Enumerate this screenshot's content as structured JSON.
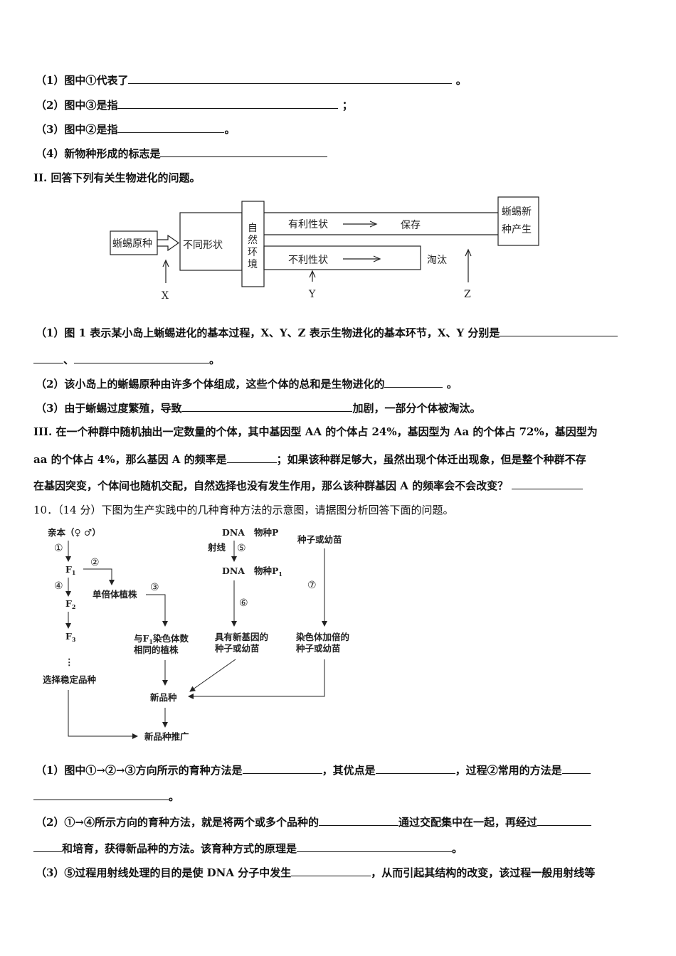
{
  "section1": {
    "q1_prefix": "（1）图中①代表了",
    "q1_suffix": "。",
    "q2_prefix": "（2）图中③是指",
    "q2_suffix": "；",
    "q3_prefix": "（3）图中②是指",
    "q3_suffix": "。",
    "q4_prefix": "（4）新物种形成的标志是"
  },
  "section2": {
    "heading_num": "II.",
    "heading_text": "回答下列有关生物进化的问题。",
    "diagram": {
      "origin": "蜥蜴原种",
      "variety": "不同形状",
      "environment": [
        "自",
        "然",
        "环",
        "境"
      ],
      "favorable": "有利性状",
      "keep": "保存",
      "unfavorable": "不利性状",
      "eliminated": "淘汰",
      "new_species_line1": "蜥蜴新",
      "new_species_line2": "种产生",
      "x": "X",
      "y": "Y",
      "z": "Z"
    },
    "q1_line1": "（1）图 1 表示某小岛上蜥蜴进化的基本过程，X、Y、Z 表示生物进化的基本环节，X、Y 分别是",
    "q1_sep": "、",
    "q1_end": "。",
    "q2_prefix": "（2）该小岛上的蜥蜴原种由许多个体组成，这些个体的总和是生物进化的",
    "q2_suffix": "。",
    "q3_prefix": "（3）由于蜥蜴过度繁殖，导致",
    "q3_suffix": "加剧，一部分个体被淘汰。"
  },
  "section3": {
    "heading_num": "III.",
    "line1": "在一个种群中随机抽出一定数量的个体，其中基因型 AA 的个体占 24%，基因型为 Aa 的个体占 72%，基因型为",
    "line2_prefix": "aa 的个体占 4%，那么基因 A 的频率是",
    "line2_suffix": "；如果该种群足够大，虽然出现个体迁出现象，但是整个种群不存",
    "line3": "在基因突变，个体间也随机交配，自然选择也没有发生作用，那么该种群基因 A 的频率会不会改变？"
  },
  "q10": {
    "intro": "10．（14 分）下图为生产实践中的几种育种方法的示意图，请据图分析回答下面的问题。",
    "diagram": {
      "parents": "亲本（♀ ♂）",
      "c1": "①",
      "c2": "②",
      "c3": "③",
      "c4": "④",
      "c5": "⑤",
      "c6": "⑥",
      "c7": "⑦",
      "f1": "F",
      "f1_sub": "1",
      "f2": "F",
      "f2_sub": "2",
      "f3": "F",
      "f3_sub": "3",
      "dots": "⋮",
      "select": "选择稳定品种",
      "haploid": "单倍体植株",
      "same_chrom_line1": "与F",
      "same_chrom_sub": "1",
      "same_chrom_line1b": "染色体数",
      "same_chrom_line2": "相同的植株",
      "dna_p": "DNA",
      "species_p": "物种P",
      "ray": "射线",
      "dna_p1": "DNA",
      "species_p1": "物种P",
      "p1_sub": "1",
      "new_gene_line1": "具有新基因的",
      "new_gene_line2": "种子或幼苗",
      "seed": "种子或幼苗",
      "doubled_line1": "染色体加倍的",
      "doubled_line2": "种子或幼苗",
      "new_variety": "新品种",
      "promote": "新品种推广"
    },
    "q1_a": "（1）图中①→②→③方向所示的育种方法是",
    "q1_b": "，其优点是",
    "q1_c": "，过程②常用的方法是",
    "q1_end": "。",
    "q2_a": "（2）①→④所示方向的育种方法，就是将两个或多个品种的",
    "q2_b": "通过交配集中在一起，再经过",
    "q2_c": "和培育，获得新品种的方法。该育种方式的原理是",
    "q2_end": "。",
    "q3_a": "（3）⑤过程用射线处理的目的是使 DNA 分子中发生",
    "q3_b": "，从而引起其结构的改变，该过程一般用射线等"
  }
}
